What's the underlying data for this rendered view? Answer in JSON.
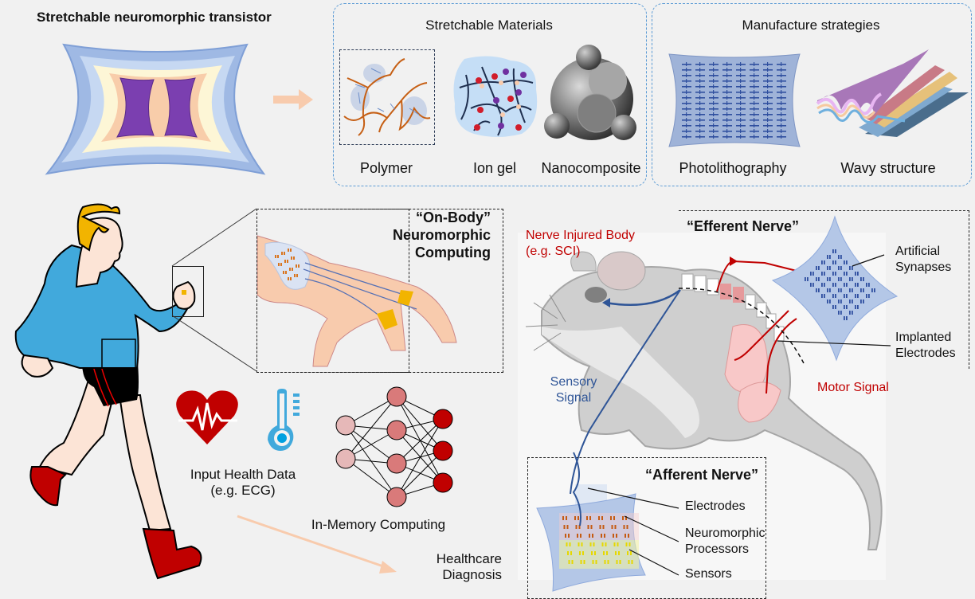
{
  "transistor": {
    "title": "Stretchable neuromorphic transistor"
  },
  "materials": {
    "title": "Stretchable Materials",
    "items": [
      {
        "label": "Polymer",
        "icon": "polymer-chain-icon"
      },
      {
        "label": "Ion gel",
        "icon": "ion-gel-icon"
      },
      {
        "label": "Nanocomposite",
        "icon": "nanocomposite-sphere-icon"
      }
    ]
  },
  "manufacture": {
    "title": "Manufacture strategies",
    "items": [
      {
        "label": "Photolithography",
        "icon": "photolithography-array-icon"
      },
      {
        "label": "Wavy structure",
        "icon": "wavy-structure-icon"
      }
    ]
  },
  "on_body": {
    "title_line1": "“On-Body”",
    "title_line2": "Neuromorphic",
    "title_line3": "Computing",
    "input_label_line1": "Input Health Data",
    "input_label_line2": "(e.g. ECG)",
    "imc_label": "In-Memory Computing",
    "diagnosis_line1": "Healthcare",
    "diagnosis_line2": "Diagnosis",
    "network_layers": [
      2,
      4,
      3
    ]
  },
  "mouse": {
    "injury_line1": "Nerve Injured Body",
    "injury_line2": "(e.g. SCI)",
    "sensory_line1": "Sensory",
    "sensory_line2": "Signal",
    "motor_label": "Motor Signal"
  },
  "efferent": {
    "title": "“Efferent Nerve”",
    "synapses_line1": "Artificial",
    "synapses_line2": "Synapses",
    "electrodes_line1": "Implanted",
    "electrodes_line2": "Electrodes"
  },
  "afferent": {
    "title": "“Afferent Nerve”",
    "electrodes": "Electrodes",
    "processors_line1": "Neuromorphic",
    "processors_line2": "Processors",
    "sensors": "Sensors"
  },
  "colors": {
    "accent_red": "#c00000",
    "signal_blue": "#2f5597",
    "dashed_blue": "#5b9bd5",
    "arrow_peach": "#f8cbad"
  }
}
